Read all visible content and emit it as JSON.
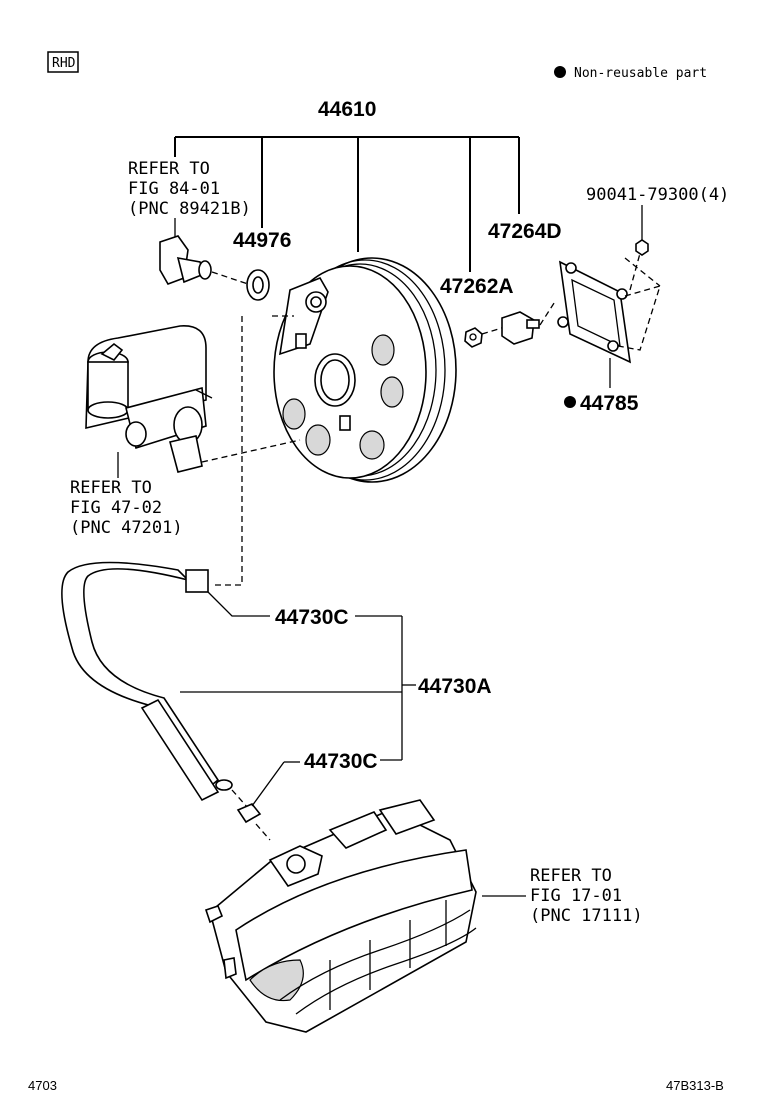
{
  "badge": "RHD",
  "legend": {
    "text": "Non-reusable part"
  },
  "labels": {
    "assembly_44610": "44610",
    "refer_fig84_line1": "REFER TO",
    "refer_fig84_line2": "FIG 84-01",
    "refer_fig84_line3": "(PNC 89421B)",
    "part_44976": "44976",
    "part_47264D": "47264D",
    "bolt_90041": "90041-79300(4)",
    "part_47262A": "47262A",
    "part_44785": "44785",
    "refer_fig47_line1": "REFER TO",
    "refer_fig47_line2": "FIG 47-02",
    "refer_fig47_line3": "(PNC 47201)",
    "part_44730C_top": "44730C",
    "part_44730A": "44730A",
    "part_44730C_bottom": "44730C",
    "refer_fig17_line1": "REFER TO",
    "refer_fig17_line2": "FIG 17-01",
    "refer_fig17_line3": "(PNC 17111)"
  },
  "footer": {
    "left_code": "4703",
    "right_code": "47B313-B"
  }
}
